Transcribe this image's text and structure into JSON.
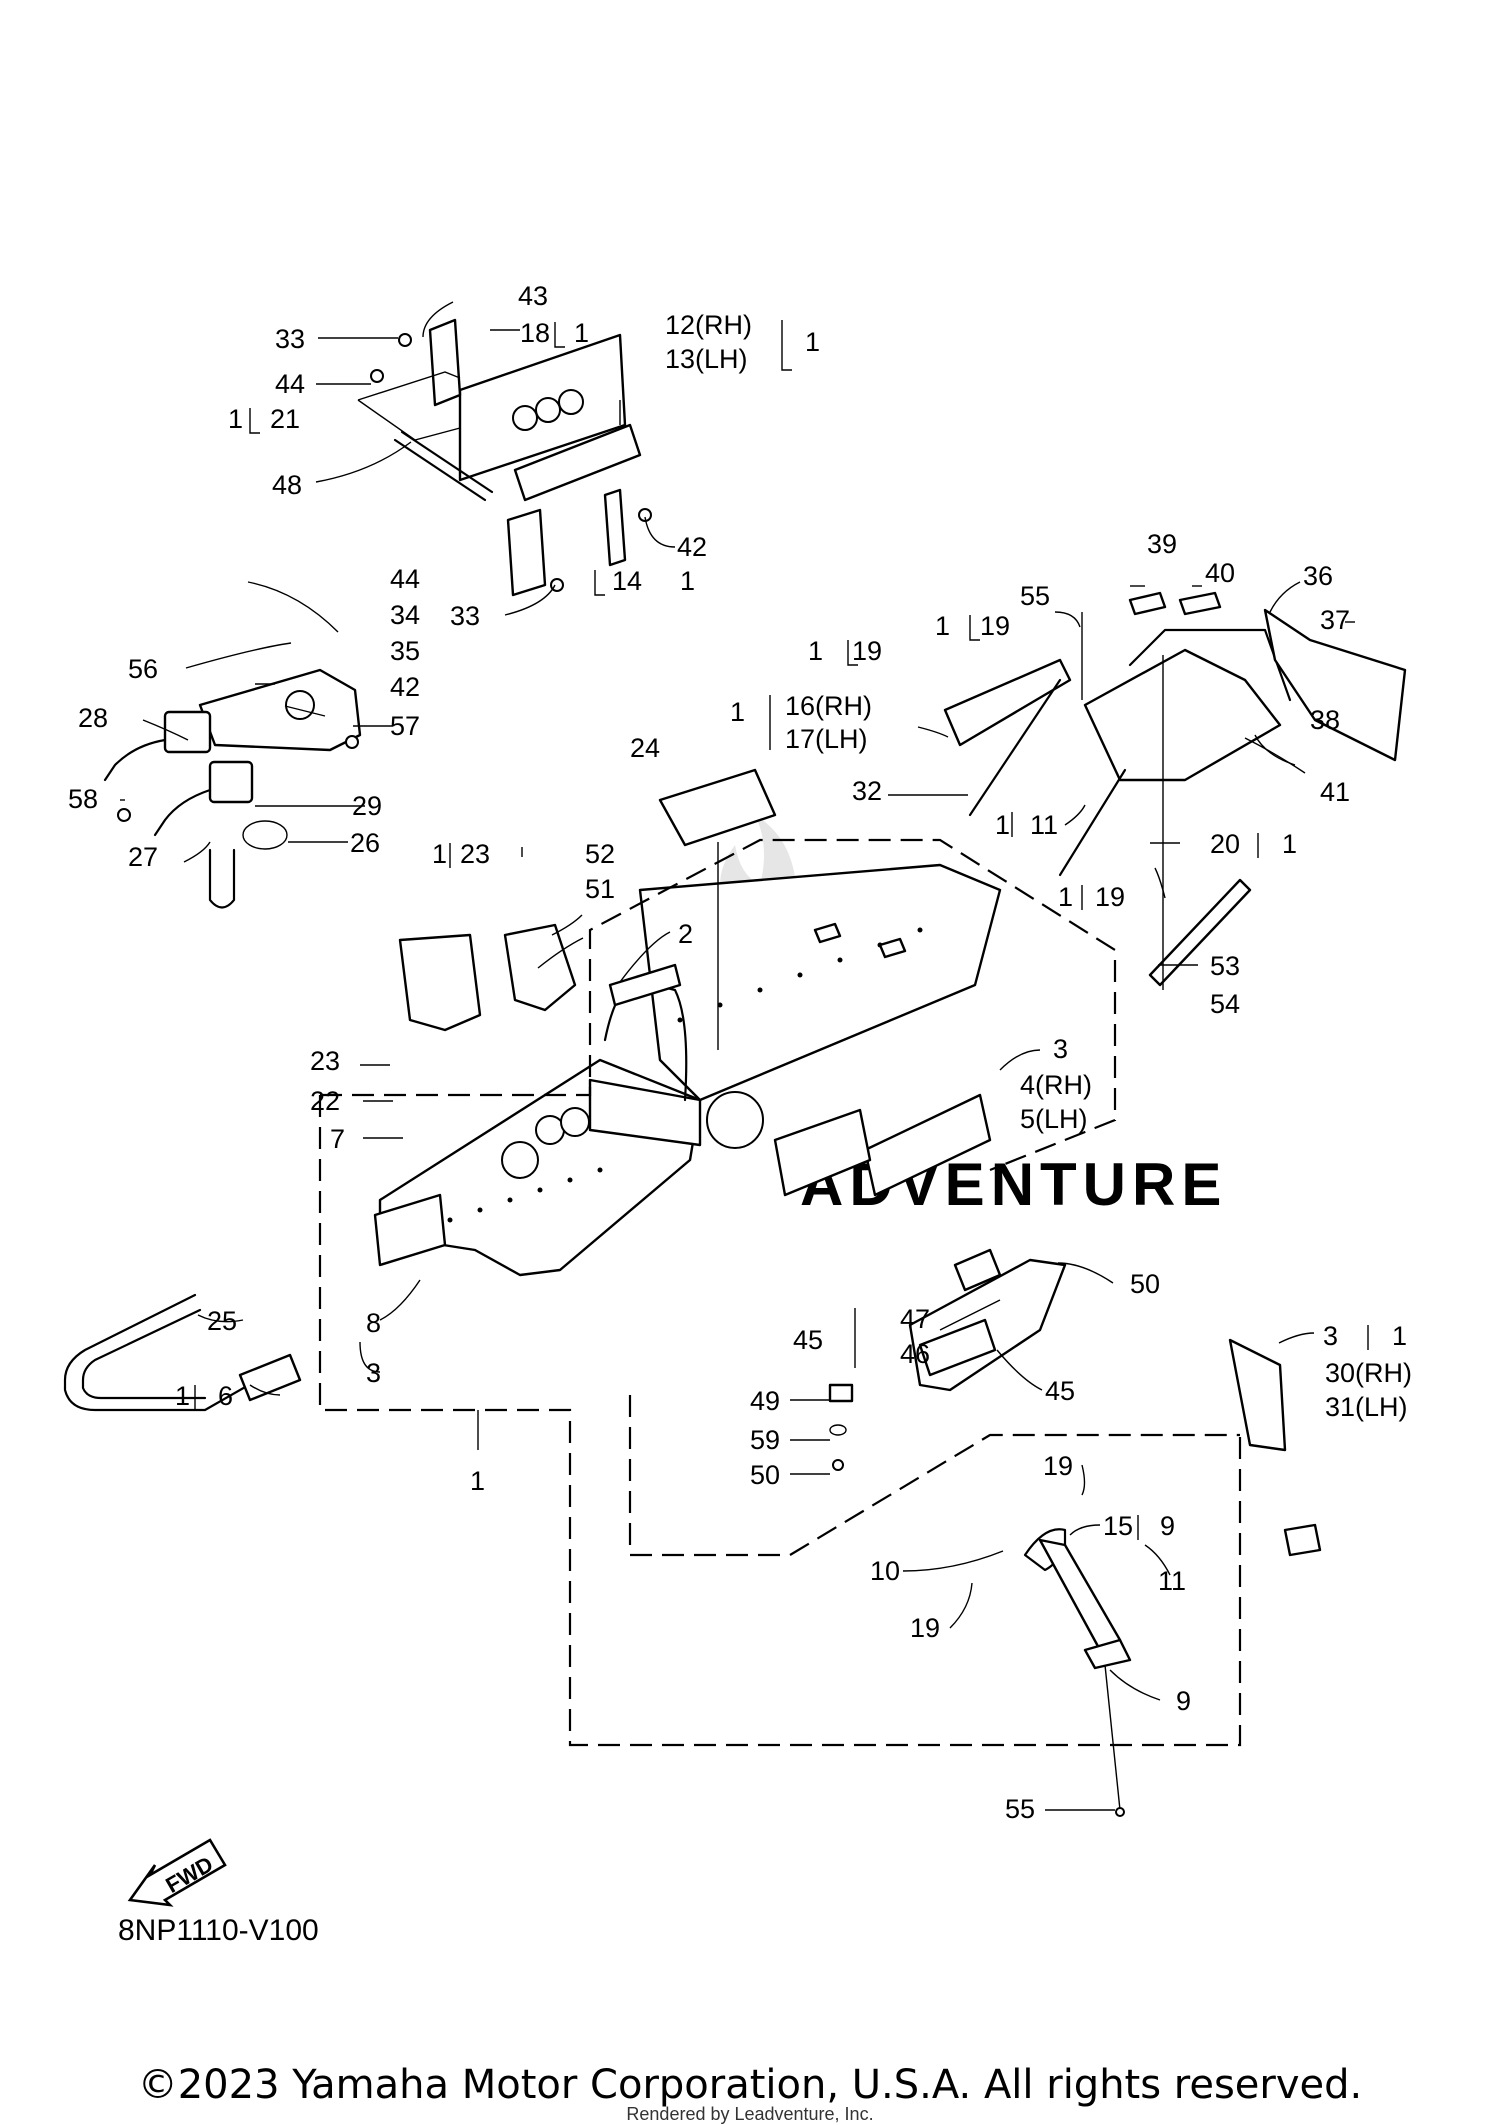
{
  "diagram": {
    "figure_code": "8NP1110-V100",
    "fwd_label": "FWD",
    "watermark_text": "ADVENTURE",
    "copyright": "©2023 Yamaha Motor Corporation, U.S.A. All rights reserved.",
    "rendered_by": "Rendered by Leadventure, Inc.",
    "callouts": {
      "c33a": "33",
      "c43": "43",
      "c18": "18",
      "c18n": "1",
      "c12": "12(RH)",
      "c13": "13(LH)",
      "c12n": "1",
      "c44a": "44",
      "c21n": "1",
      "c21": "21",
      "c48": "48",
      "c42a": "42",
      "c14": "14",
      "c14n": "1",
      "c33b": "33",
      "c44b": "44",
      "c34": "34",
      "c35": "35",
      "c56": "56",
      "c42b": "42",
      "c28": "28",
      "c57": "57",
      "c58": "58",
      "c29": "29",
      "c27": "27",
      "c26": "26",
      "c39": "39",
      "c40": "40",
      "c36": "36",
      "c55a": "55",
      "c37": "37",
      "c19an": "1",
      "c19a": "19",
      "c19bn": "1",
      "c19b": "19",
      "c16n": "1",
      "c16": "16(RH)",
      "c17": "17(LH)",
      "c38": "38",
      "c24": "24",
      "c32": "32",
      "c11an": "1",
      "c11a": "11",
      "c41": "41",
      "c20": "20",
      "c20n": "1",
      "c19cn": "1",
      "c19c": "19",
      "c23an": "1",
      "c23a": "23",
      "c52": "52",
      "c51": "51",
      "c2": "2",
      "c53": "53",
      "c54": "54",
      "c23b": "23",
      "c22": "22",
      "c7": "7",
      "c3a": "3",
      "c4": "4(RH)",
      "c5": "5(LH)",
      "c25": "25",
      "c8": "8",
      "c3b": "3",
      "c6n": "1",
      "c6": "6",
      "c1": "1",
      "c50a": "50",
      "c47": "47",
      "c45a": "45",
      "c46": "46",
      "c45b": "45",
      "c3c": "3",
      "c3cn": "1",
      "c30": "30(RH)",
      "c31": "31(LH)",
      "c49": "49",
      "c59": "59",
      "c50b": "50",
      "c19d": "19",
      "c15": "15",
      "c15n": "9",
      "c10": "10",
      "c11b": "11",
      "c19e": "19",
      "c9": "9",
      "c55b": "55"
    }
  }
}
